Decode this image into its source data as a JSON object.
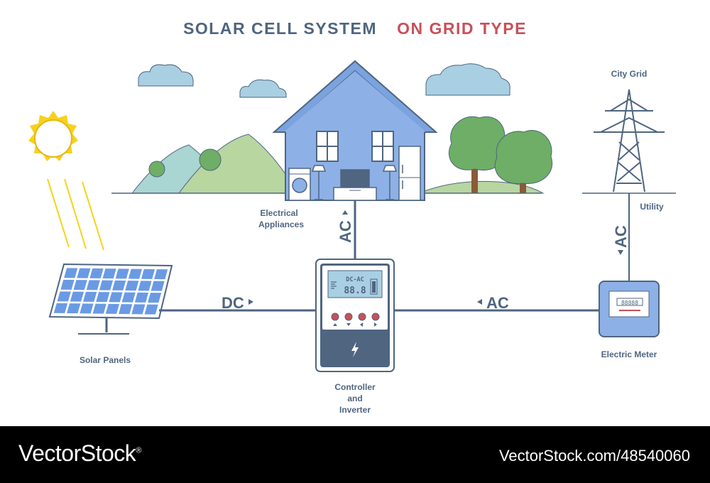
{
  "title": {
    "part1": "SOLAR CELL SYSTEM",
    "part2": "ON GRID TYPE"
  },
  "colors": {
    "title_main": "#4f6580",
    "title_accent": "#c9505a",
    "line": "#4f6580",
    "house_blue": "#8db0e6",
    "sun": "#f6d21b",
    "panel_cell": "#6b9ae4",
    "tree_green": "#6eae66",
    "hill_green": "#b7d6a0",
    "hill_teal": "#a9d5d2",
    "cloud": "#a9cfe3",
    "footer_bg": "#000000"
  },
  "labels": {
    "solar_panels": "Solar Panels",
    "electrical_appliances_line1": "Electrical",
    "electrical_appliances_line2": "Appliances",
    "controller_line1": "Controller",
    "controller_line2": "and",
    "controller_line3": "Inverter",
    "city_grid": "City Grid",
    "utility": "Utility",
    "electric_meter": "Electric Meter"
  },
  "flows": {
    "panel_to_controller": "DC",
    "controller_to_house": "AC",
    "meter_to_controller": "AC",
    "grid_to_meter": "AC"
  },
  "inverter": {
    "display_label": "DC-AC",
    "display_digits": "88.8"
  },
  "meter": {
    "digits": "88888"
  },
  "icons": [
    "sun-icon",
    "cloud-icon",
    "house-icon",
    "tree-icon",
    "power-tower-icon",
    "solar-panel-icon",
    "inverter-icon",
    "electric-meter-icon",
    "lightning-icon",
    "washing-machine-icon",
    "tv-icon",
    "lamp-icon",
    "fridge-icon",
    "battery-icon",
    "arrow-up-icon",
    "arrow-down-icon",
    "arrow-left-icon",
    "arrow-right-icon"
  ],
  "footer": {
    "brand": "VectorStock",
    "brand_mark": "®",
    "url": "VectorStock.com/48540060"
  }
}
